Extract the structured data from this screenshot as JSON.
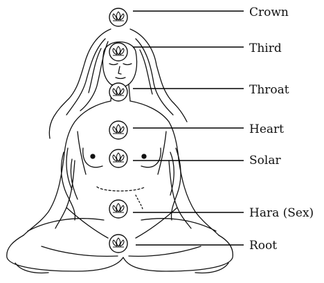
{
  "diagram": {
    "chakras": [
      {
        "id": "crown",
        "label": "Crown"
      },
      {
        "id": "third",
        "label": "Third"
      },
      {
        "id": "throat",
        "label": "Throat"
      },
      {
        "id": "heart",
        "label": "Heart"
      },
      {
        "id": "solar",
        "label": "Solar"
      },
      {
        "id": "hara",
        "label": "Hara (Sex)"
      },
      {
        "id": "root",
        "label": "Root"
      }
    ],
    "line_color": "#000000",
    "figure_color": "#111111"
  }
}
